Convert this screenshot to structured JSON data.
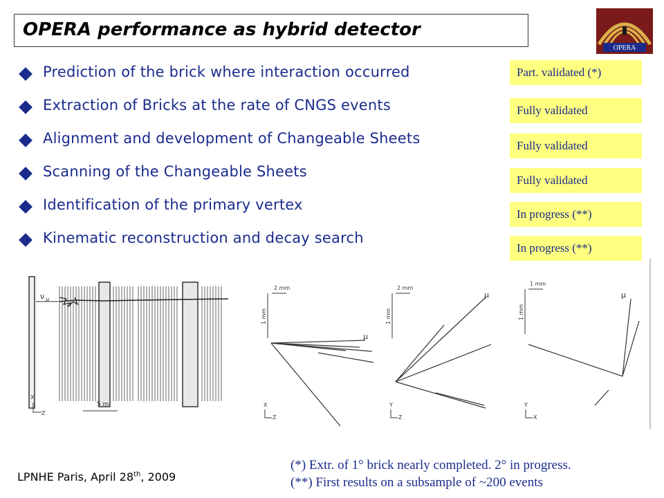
{
  "title": "OPERA performance as hybrid detector",
  "logo": {
    "text": "OPERA",
    "icon": "opera-logo-icon"
  },
  "bullets": [
    "Prediction of the brick where interaction occurred",
    "Extraction of Bricks at the rate of CNGS events",
    "Alignment and development of Changeable Sheets",
    "Scanning of the Changeable Sheets",
    "Identification of the primary vertex",
    "Kinematic reconstruction and decay search"
  ],
  "statuses": [
    "Part. validated (*)",
    "Fully validated",
    "Fully validated",
    "Fully validated",
    "In progress (**)",
    "In progress (**)"
  ],
  "figure": {
    "detector": {
      "neutrino_label": "ν",
      "neutrino_sub": "μ",
      "scale_label": "5 m",
      "axis_x": "X",
      "axis_z": "Z"
    },
    "panel1": {
      "scale_h": "2 mm",
      "scale_v": "1 mm",
      "mu_label": "μ",
      "axis_a": "X",
      "axis_b": "Z"
    },
    "panel2": {
      "scale_h": "2 mm",
      "scale_v": "1 mm",
      "mu_label": "μ",
      "axis_a": "Y",
      "axis_b": "Z"
    },
    "panel3": {
      "scale_h": "1 mm",
      "scale_v": "1 mm",
      "mu_label": "μ",
      "axis_a": "Y",
      "axis_b": "X"
    }
  },
  "footer": {
    "text": "LPNHE Paris, April 28",
    "sup": "th",
    "suffix": ", 2009"
  },
  "notes": [
    "(*) Extr. of 1° brick nearly completed. 2° in progress.",
    "(**) First results on a subsample of ~200 events"
  ],
  "colors": {
    "bullet_text": "#1a2b8c",
    "status_bg": "#ffff80"
  }
}
